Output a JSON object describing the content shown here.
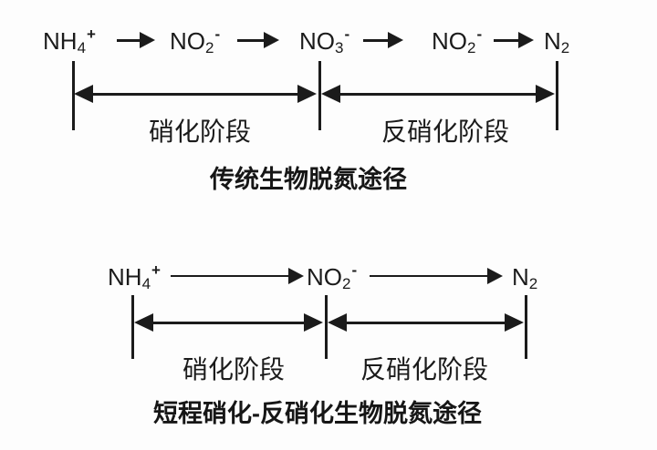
{
  "figure": {
    "background_color": "#fdfdfd",
    "ink_color": "#1b1b1b",
    "description_type": "biological nitrogen removal pathway diagrams"
  },
  "diagrams": [
    {
      "id": "traditional",
      "title": "传统生物脱氮途径",
      "species": [
        {
          "main": "NH",
          "sub": "4",
          "sup": "+"
        },
        {
          "main": "NO",
          "sub": "2",
          "sup": "-"
        },
        {
          "main": "NO",
          "sub": "3",
          "sup": "-"
        },
        {
          "main": "NO",
          "sub": "2",
          "sup": "-"
        },
        {
          "main": "N",
          "sub": "2",
          "sup": ""
        }
      ],
      "stages": [
        {
          "label": "硝化阶段"
        },
        {
          "label": "反硝化阶段"
        }
      ]
    },
    {
      "id": "shortcut",
      "title": "短程硝化-反硝化生物脱氮途径",
      "species": [
        {
          "main": "NH",
          "sub": "4",
          "sup": "+"
        },
        {
          "main": "NO",
          "sub": "2",
          "sup": "-"
        },
        {
          "main": "N",
          "sub": "2",
          "sup": ""
        }
      ],
      "stages": [
        {
          "label": "硝化阶段"
        },
        {
          "label": "反硝化阶段"
        }
      ]
    }
  ]
}
